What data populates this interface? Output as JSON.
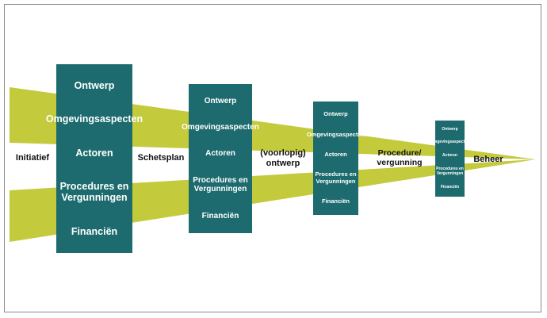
{
  "colors": {
    "funnel": "#c3ca3c",
    "box": "#1d6b6e",
    "box_text": "#ffffff",
    "stage_text": "#111111",
    "frame": "#8a8a8a"
  },
  "stages": {
    "initiatief": "Initiatief",
    "schetsplan": "Schetsplan",
    "voorlopig_line1": "(voorlopig)",
    "voorlopig_line2": "ontwerp",
    "procedure_line1": "Procedure/",
    "procedure_line2": "vergunning",
    "beheer": "Beheer"
  },
  "boxes": [
    {
      "items": [
        "Ontwerp",
        "Omgevingsaspecten",
        "Actoren",
        "Procedures en\nVergunningen",
        "Financiën"
      ]
    },
    {
      "items": [
        "Ontwerp",
        "Omgevingsaspecten",
        "Actoren",
        "Procedures en\nVergunningen",
        "Financiën"
      ]
    },
    {
      "items": [
        "Ontwerp",
        "Omgevingsaspecten",
        "Actoren",
        "Procedures en\nVergunningen",
        "Financiën"
      ]
    },
    {
      "items": [
        "Ontwerp",
        "Omgevingsaspecten",
        "Actoren",
        "Procedures en\nVergunningen",
        "Financiën"
      ]
    }
  ]
}
